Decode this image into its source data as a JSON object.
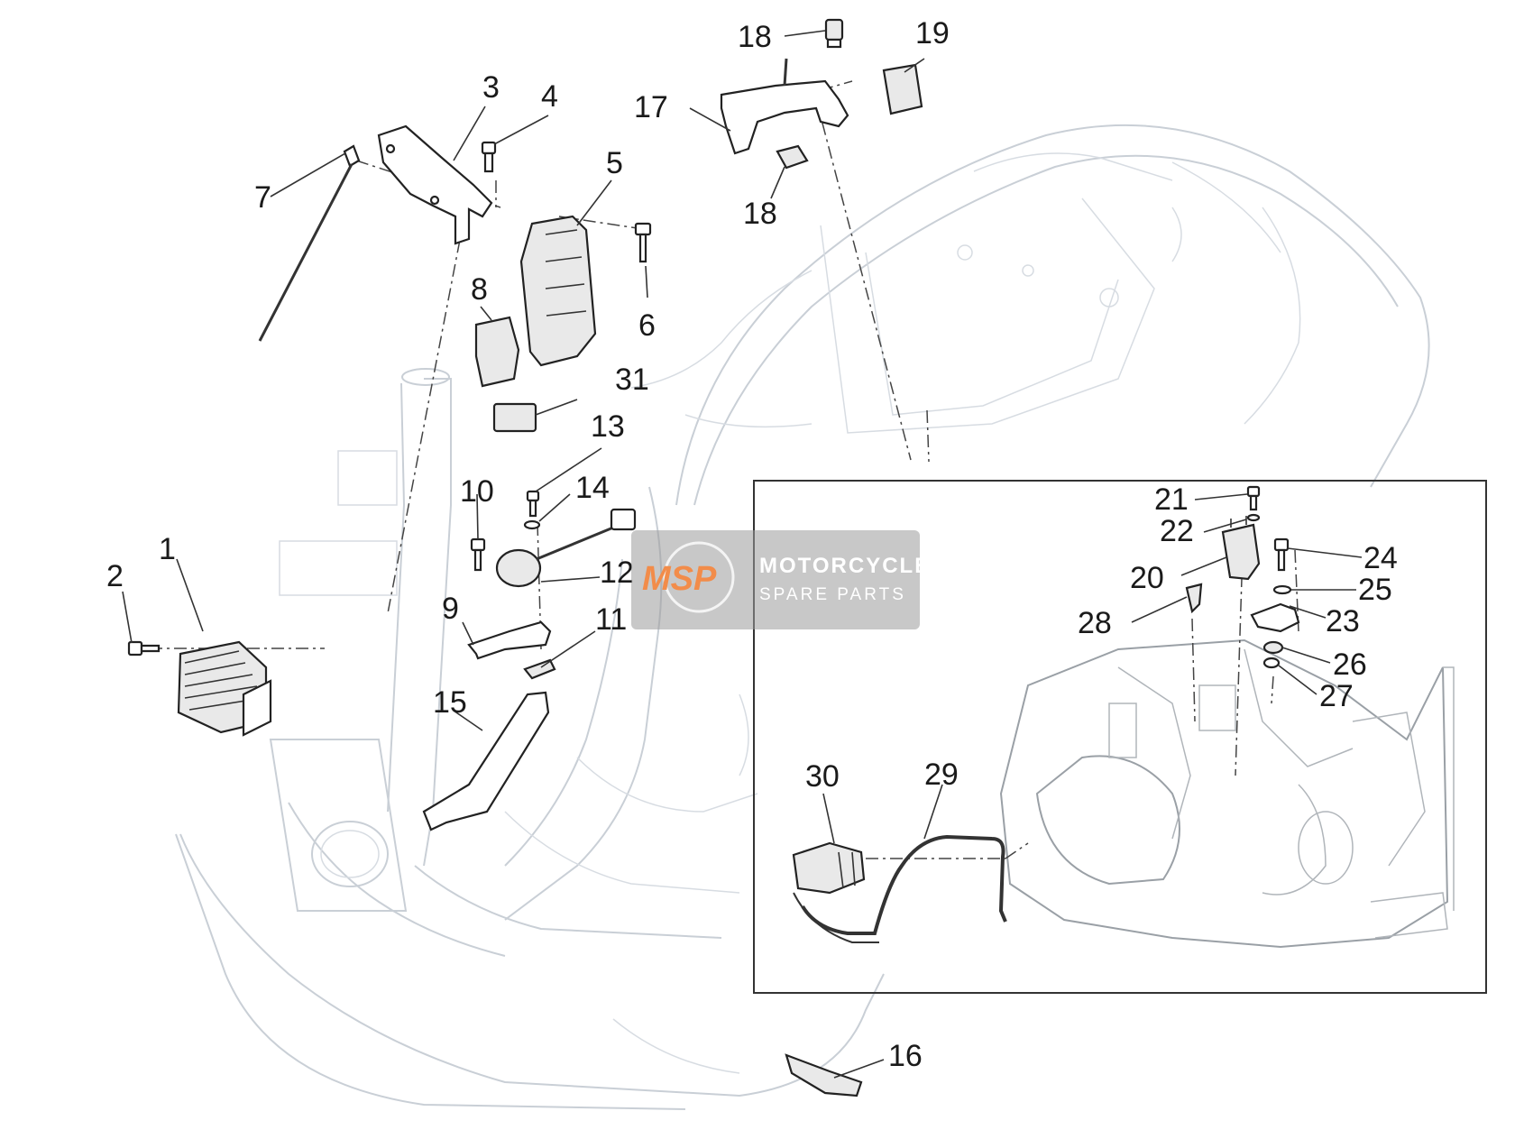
{
  "callouts": [
    "1",
    "2",
    "3",
    "4",
    "5",
    "6",
    "7",
    "8",
    "9",
    "10",
    "11",
    "12",
    "13",
    "14",
    "15",
    "16",
    "17",
    "18",
    "18",
    "19",
    "20",
    "21",
    "22",
    "23",
    "24",
    "25",
    "26",
    "27",
    "28",
    "29",
    "30",
    "31"
  ],
  "watermark": {
    "logo": "MSP",
    "line1": "MOTORCYCLE",
    "line2": "SPARE PARTS"
  },
  "colors": {
    "line": "#222222",
    "ghost": "#c9cfd6",
    "watermark_accent": "#f28c4a"
  }
}
